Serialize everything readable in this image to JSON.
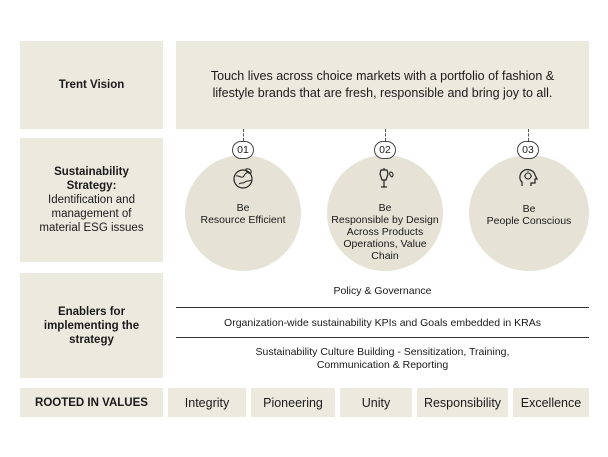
{
  "vision": {
    "label": "Trent Vision",
    "text": "Touch lives across choice markets with a portfolio of fashion & lifestyle brands that are fresh, responsible and bring joy to all."
  },
  "strategy": {
    "label_bold_1": "Sustainability",
    "label_bold_2": "Strategy:",
    "label_rest_1": "Identification and",
    "label_rest_2": "management of",
    "label_rest_3": "material ESG issues",
    "pillars": [
      {
        "number": "01",
        "line1": "Be",
        "line2": "Resource Efficient",
        "line3": "",
        "line4": "",
        "line5": "",
        "icon": "globe-leaf-icon"
      },
      {
        "number": "02",
        "line1": "Be",
        "line2": "Responsible by Design",
        "line3": "Across Products",
        "line4": "Operations, Value",
        "line5": "Chain",
        "icon": "mannequin-leaf-icon"
      },
      {
        "number": "03",
        "line1": "Be",
        "line2": "People Conscious",
        "line3": "",
        "line4": "",
        "line5": "",
        "icon": "head-bulb-icon"
      }
    ]
  },
  "enablers": {
    "label_1": "Enablers for",
    "label_2": "implementing the",
    "label_3": "strategy",
    "items": [
      {
        "line1": "Policy & Governance",
        "line2": ""
      },
      {
        "line1": "Organization-wide sustainability KPIs and Goals embedded in KRAs",
        "line2": ""
      },
      {
        "line1": "Sustainability Culture Building - Sensitization, Training,",
        "line2": "Communication & Reporting"
      }
    ]
  },
  "values": {
    "title": "ROOTED IN VALUES",
    "items": [
      "Integrity",
      "Pioneering",
      "Unity",
      "Responsibility",
      "Excellence"
    ]
  },
  "colors": {
    "panel": "#eceadf",
    "circle": "#e6e3d6",
    "text": "#1a1a1a"
  }
}
